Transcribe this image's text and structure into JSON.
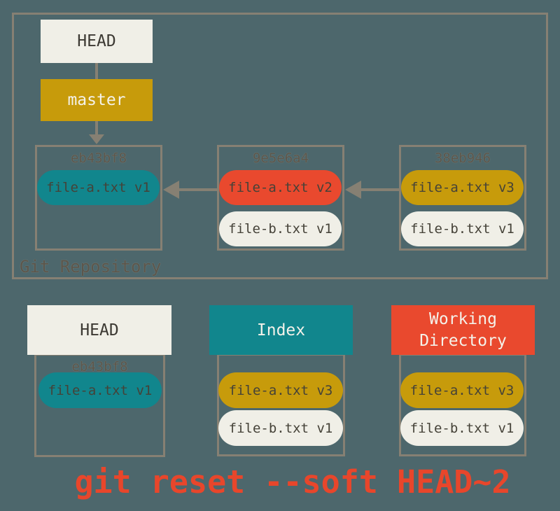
{
  "colors": {
    "background": "#4D676C",
    "border": "#868073",
    "cream": "#F0EFE7",
    "gold": "#C79B0B",
    "teal": "#11868D",
    "red": "#E9492E",
    "caption": "#E8462B",
    "dark_text": "#3C3933",
    "light_text": "#F4F2EA",
    "muted_label": "#5C564B"
  },
  "repo": {
    "label": "Git Repository",
    "head_label": "HEAD",
    "head_fill": "cream",
    "branch_label": "master",
    "branch_fill": "gold",
    "commits": [
      {
        "hash": "eb43bf8",
        "files": [
          {
            "label": "file-a.txt v1",
            "fill": "teal"
          }
        ]
      },
      {
        "hash": "9e5e6a4",
        "files": [
          {
            "label": "file-a.txt v2",
            "fill": "red"
          },
          {
            "label": "file-b.txt v1",
            "fill": "cream"
          }
        ]
      },
      {
        "hash": "38eb946",
        "files": [
          {
            "label": "file-a.txt v3",
            "fill": "gold"
          },
          {
            "label": "file-b.txt v1",
            "fill": "cream"
          }
        ]
      }
    ]
  },
  "workspace": {
    "head": {
      "title": "HEAD",
      "fill": "cream",
      "hash": "eb43bf8",
      "files": [
        {
          "label": "file-a.txt v1",
          "fill": "teal"
        }
      ]
    },
    "index": {
      "title": "Index",
      "fill": "teal",
      "files": [
        {
          "label": "file-a.txt v3",
          "fill": "gold"
        },
        {
          "label": "file-b.txt v1",
          "fill": "cream"
        }
      ]
    },
    "working_directory": {
      "title": "Working Directory",
      "fill": "red",
      "files": [
        {
          "label": "file-a.txt v3",
          "fill": "gold"
        },
        {
          "label": "file-b.txt v1",
          "fill": "cream"
        }
      ]
    }
  },
  "caption": {
    "text": "git reset --soft HEAD~2"
  }
}
